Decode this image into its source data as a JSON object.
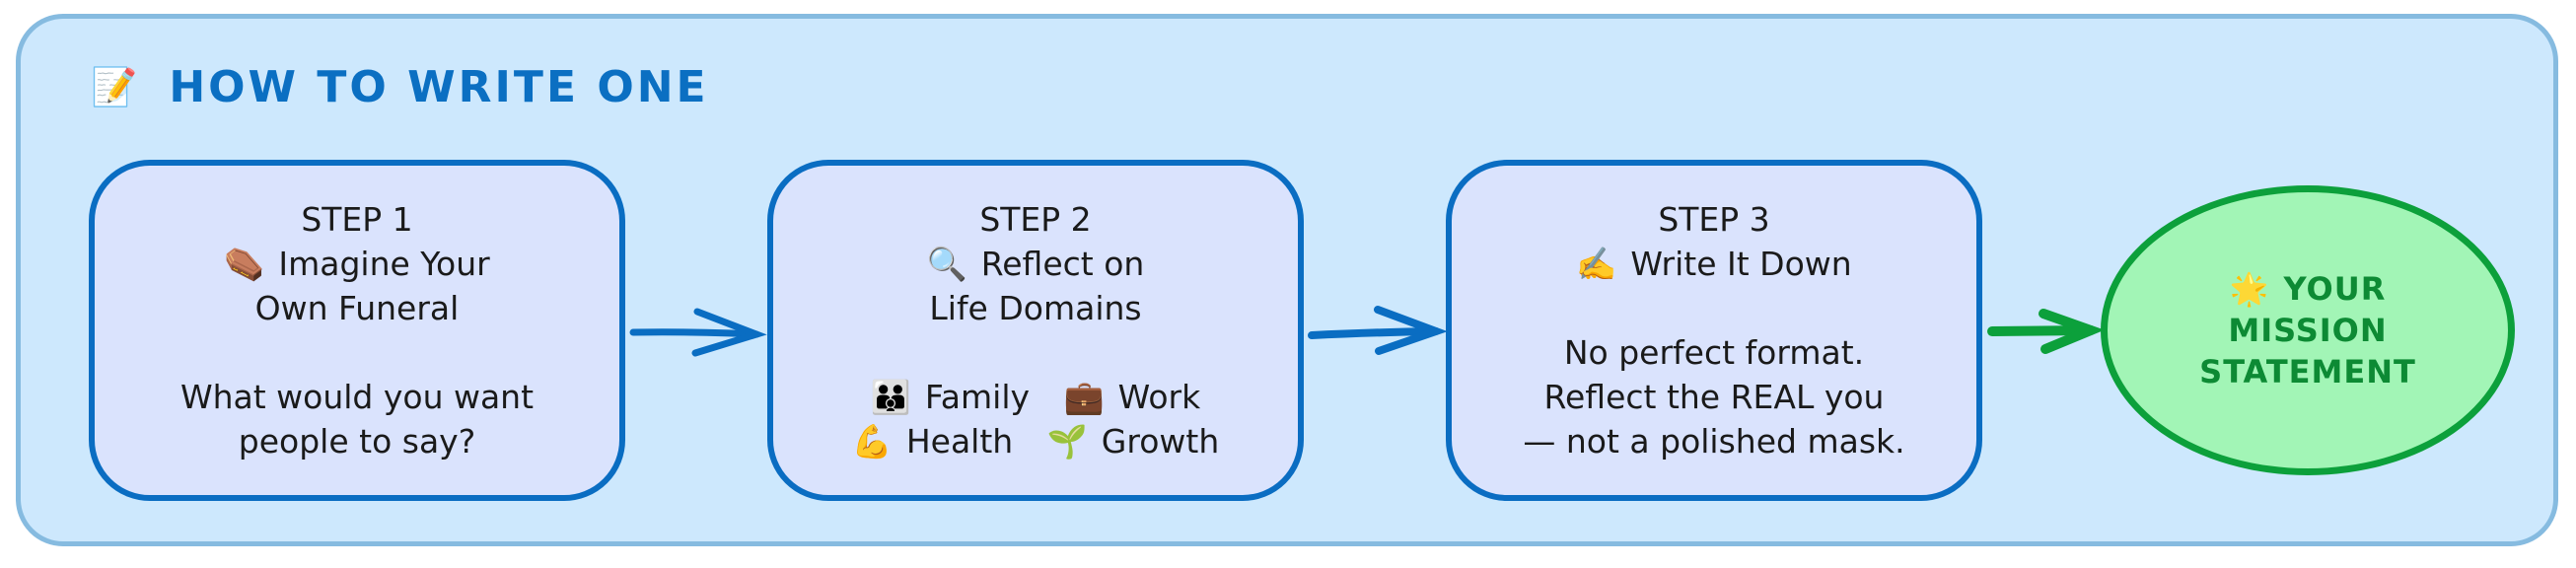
{
  "header": {
    "icon": "📝",
    "icon_name": "memo-icon",
    "title": "HOW TO WRITE ONE"
  },
  "steps": [
    {
      "label": "STEP 1",
      "icon": "⚰️",
      "icon_name": "coffin-icon",
      "heading_line1": "Imagine Your",
      "heading_line2": "Own Funeral",
      "body_lines": [
        "What would you want",
        "people to say?"
      ]
    },
    {
      "label": "STEP 2",
      "icon": "🔍",
      "icon_name": "magnifying-glass-icon",
      "heading_line1": "Reflect on",
      "heading_line2": "Life Domains",
      "domains": [
        {
          "icon": "👪",
          "icon_name": "family-icon",
          "label": "Family"
        },
        {
          "icon": "💼",
          "icon_name": "briefcase-icon",
          "label": "Work"
        },
        {
          "icon": "💪",
          "icon_name": "flexed-biceps-icon",
          "label": "Health"
        },
        {
          "icon": "🌱",
          "icon_name": "seedling-icon",
          "label": "Growth"
        }
      ]
    },
    {
      "label": "STEP 3",
      "icon": "✍️",
      "icon_name": "writing-hand-icon",
      "heading_line1": "Write It Down",
      "body_lines": [
        "No perfect format.",
        "Reflect the REAL you",
        "— not a polished mask."
      ]
    }
  ],
  "result": {
    "icon": "🌟",
    "icon_name": "glowing-star-icon",
    "lines": [
      "YOUR",
      "MISSION",
      "STATEMENT"
    ]
  },
  "colors": {
    "frame_fill": "#cde8fd",
    "frame_stroke": "#86bbe0",
    "step_fill": "#dae3fd",
    "step_stroke": "#0a6dc2",
    "title": "#0b6fc2",
    "result_fill": "#a2f5b6",
    "result_stroke": "#0ca03b",
    "result_text": "#0d8a34"
  }
}
